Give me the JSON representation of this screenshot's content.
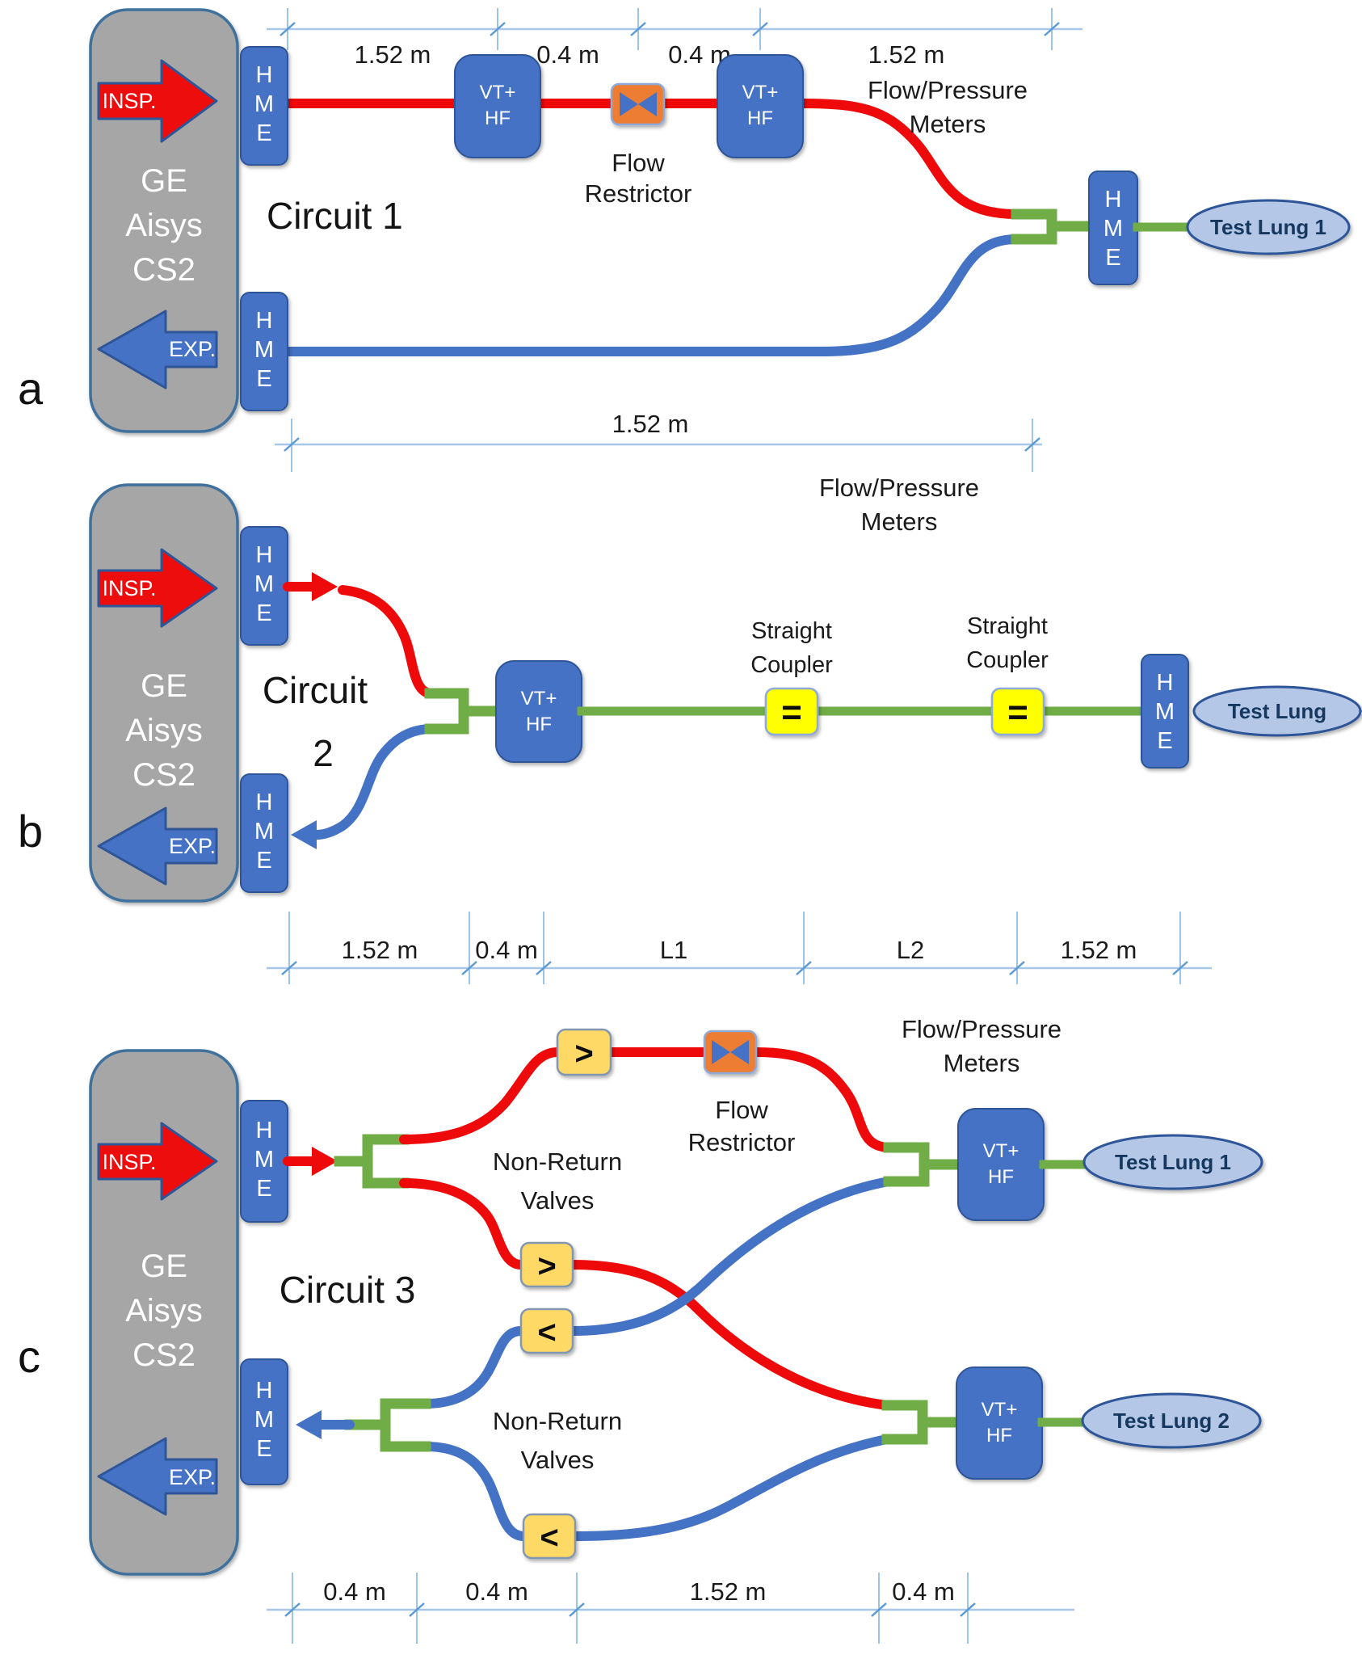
{
  "common": {
    "machine_lines": [
      "GE",
      "Aisys",
      "CS2"
    ],
    "insp_label": "INSP.",
    "exp_label": "EXP.",
    "hme_letters": [
      "H",
      "M",
      "E"
    ],
    "vt_hf_lines": [
      "VT+",
      "HF"
    ],
    "flow_pressure_lines": [
      "Flow/Pressure",
      "Meters"
    ],
    "flow_restrictor_lines": [
      "Flow",
      "Restrictor"
    ],
    "non_return_lines": [
      "Non-Return",
      "Valves"
    ],
    "straight_coupler_lines": [
      "Straight",
      "Coupler"
    ],
    "gt_symbol": ">",
    "lt_symbol": "<",
    "eq_symbol": "="
  },
  "panel_a": {
    "section_label": "a",
    "circuit_label": "Circuit 1",
    "test_lung": "Test Lung 1",
    "dims_top": [
      "1.52 m",
      "0.4 m",
      "0.4 m",
      "1.52 m"
    ],
    "dim_bottom": "1.52 m"
  },
  "panel_b": {
    "section_label": "b",
    "circuit_lines": [
      "Circuit",
      "2"
    ],
    "test_lung": "Test Lung",
    "dims_bottom": [
      "1.52 m",
      "0.4 m",
      "L1",
      "L2",
      "1.52 m"
    ]
  },
  "panel_c": {
    "section_label": "c",
    "circuit_label": "Circuit 3",
    "test_lung_1": "Test Lung 1",
    "test_lung_2": "Test Lung 2",
    "dims_bottom": [
      "0.4 m",
      "0.4 m",
      "1.52 m",
      "0.4 m"
    ]
  },
  "colors": {
    "tube_red": "#ee0a0a",
    "tube_blue": "#4472c4",
    "connector_green": "#70ad47",
    "box_blue": "#4472c4",
    "machine_gray": "#a6a6a6",
    "valve_yellow": "#ffd966",
    "coupler_yellow": "#ffff00",
    "restrictor_orange": "#ed7d31",
    "lung_fill": "#b4c7e7",
    "dim_line_blue": "#9dc3e6"
  }
}
